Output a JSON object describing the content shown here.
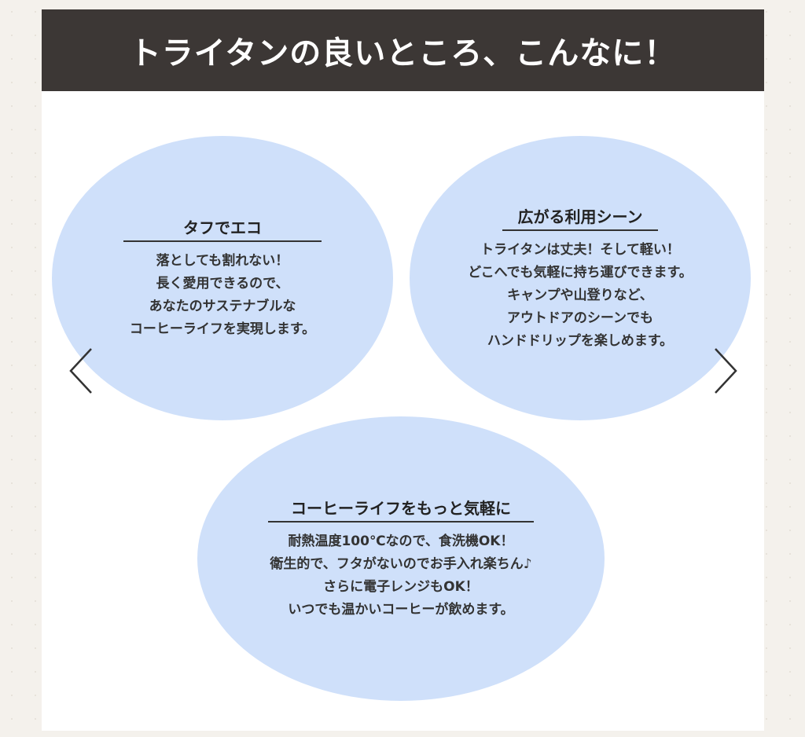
{
  "header": {
    "title": "トライタンの良いところ、こんなに！"
  },
  "features": [
    {
      "title": "タフでエコ",
      "lines": [
        "落としても割れない！",
        "長く愛用できるので、",
        "あなたのサステナブルな",
        "コーヒーライフを実現します。"
      ]
    },
    {
      "title": "広がる利用シーン",
      "lines": [
        "トライタンは丈夫！そして軽い！",
        "どこへでも気軽に持ち運びできます。",
        "キャンプや山登りなど、",
        "アウトドアのシーンでも",
        "ハンドドリップを楽しめます。"
      ]
    },
    {
      "title": "コーヒーライフをもっと気軽に",
      "lines": [
        "耐熱温度100℃なので、食洗機OK！",
        "衛生的で、フタがないのでお手入れ楽ちん♪",
        "さらに電子レンジもOK！",
        "いつでも温かいコーヒーが飲めます。"
      ]
    }
  ],
  "carousel": {
    "prev_icon": "chevron-left-icon",
    "next_icon": "chevron-right-icon"
  },
  "colors": {
    "header_bg": "#3c3735",
    "circle_bg": "#cfe0fa",
    "panel_bg": "#ffffff",
    "page_bg": "#f4f1ec"
  }
}
